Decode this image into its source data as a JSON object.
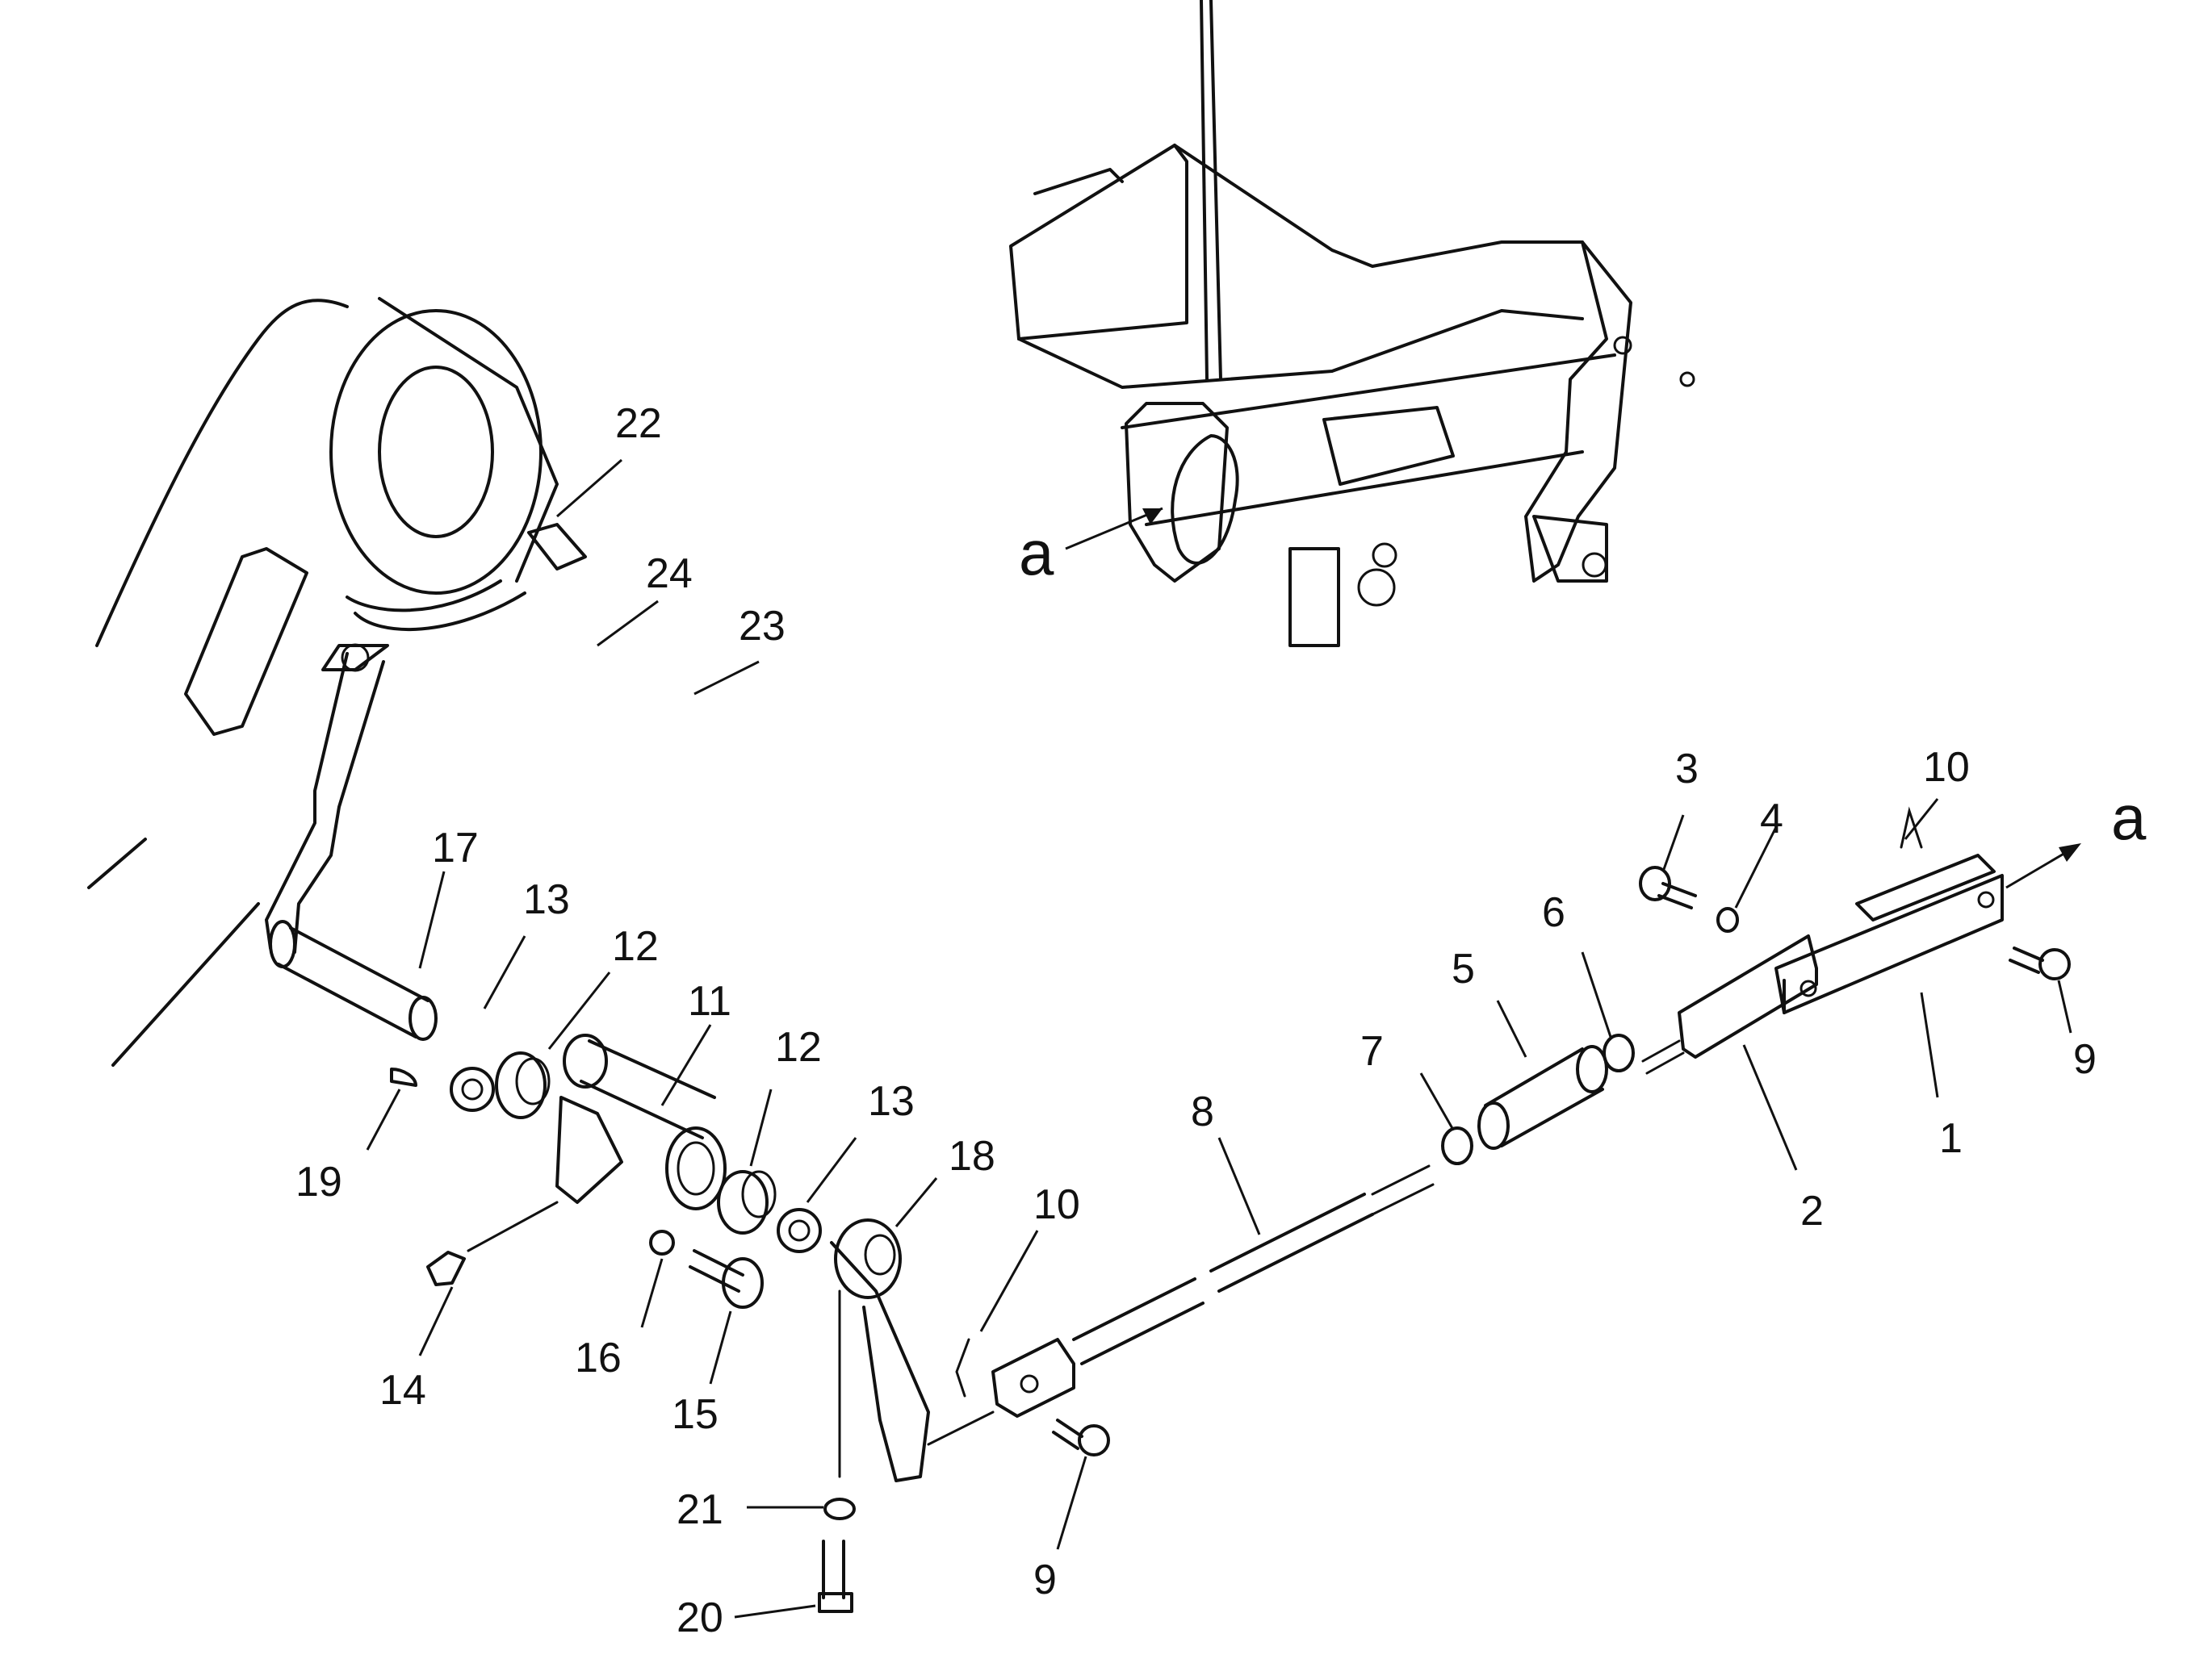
{
  "view_markers": {
    "top": "a",
    "right": "a"
  },
  "callouts": {
    "c1": "1",
    "c2": "2",
    "c3": "3",
    "c4": "4",
    "c5": "5",
    "c6": "6",
    "c7": "7",
    "c8": "8",
    "c9a": "9",
    "c9b": "9",
    "c10a": "10",
    "c10b": "10",
    "c11": "11",
    "c12a": "12",
    "c12b": "12",
    "c13a": "13",
    "c13b": "13",
    "c14": "14",
    "c15": "15",
    "c16": "16",
    "c17": "17",
    "c18": "18",
    "c19": "19",
    "c20": "20",
    "c21": "21",
    "c22": "22",
    "c23": "23",
    "c24": "24"
  }
}
